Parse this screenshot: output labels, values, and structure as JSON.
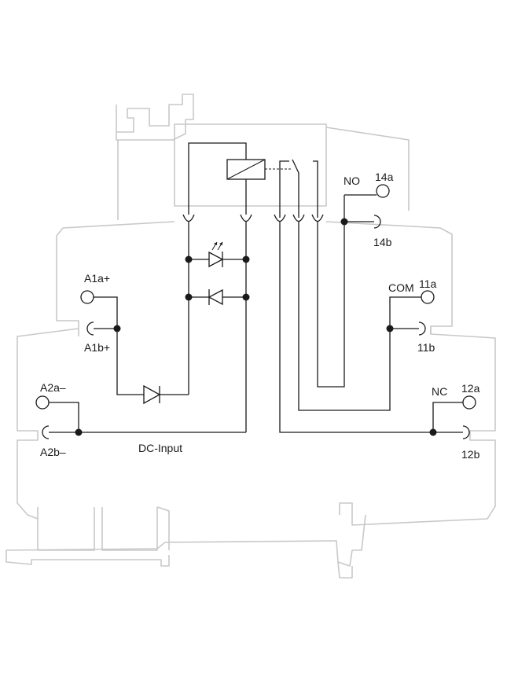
{
  "terminals": {
    "a1a": "A1a+",
    "a1b": "A1b+",
    "a2a": "A2a–",
    "a2b": "A2b–",
    "t14a": "14a",
    "t14b": "14b",
    "t11a": "11a",
    "t11b": "11b",
    "t12a": "12a",
    "t12b": "12b"
  },
  "contacts": {
    "no": "NO",
    "com": "COM",
    "nc": "NC"
  },
  "input_label": "DC-Input",
  "colors": {
    "wiring": "#1a1a1a",
    "housing_outline": "#c8c8c8"
  }
}
